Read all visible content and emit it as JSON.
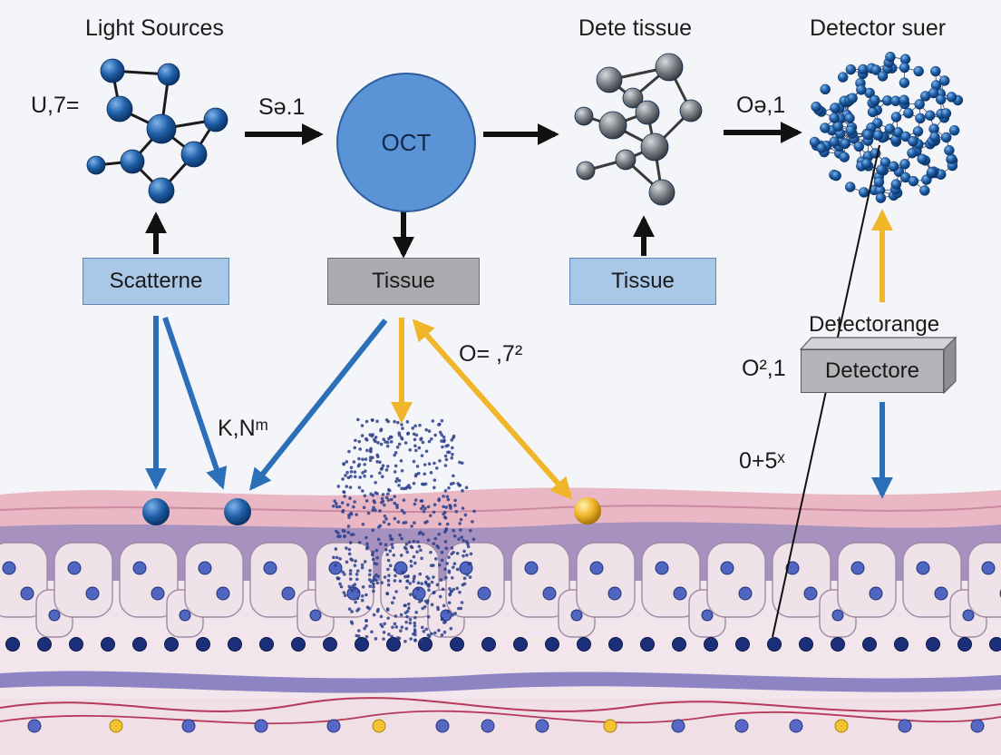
{
  "headers": {
    "light_sources": "Light Sources",
    "dete_tissue": "Dete tissue",
    "detector_suer": "Detector suer"
  },
  "labels": {
    "u7": "U,7=",
    "s31": "Sə.1",
    "o31": "Oə,1",
    "o72": "O= ,7²",
    "kn": "K,Nᵐ",
    "o21": "O²,1",
    "o5x": "0+5ˣ",
    "detectorange": "Detectorange"
  },
  "nodes": {
    "oct": "OCT",
    "scatterne": "Scatterne",
    "tissue_center": "Tissue",
    "tissue_right": "Tissue",
    "detectore": "Detectore"
  },
  "colors": {
    "blue_arrow": "#2a6fb8",
    "yellow_arrow": "#f0b528",
    "black_arrow": "#111111",
    "molecule_blue": "#1f5fa8",
    "molecule_gray": "#7c8086",
    "skin_top": "#eab8c4",
    "skin_purple": "#a791bf"
  },
  "icons": [
    "molecule-blue-icon",
    "molecule-gray-icon",
    "nanoparticle-cluster-icon",
    "particle-cloud-icon"
  ]
}
